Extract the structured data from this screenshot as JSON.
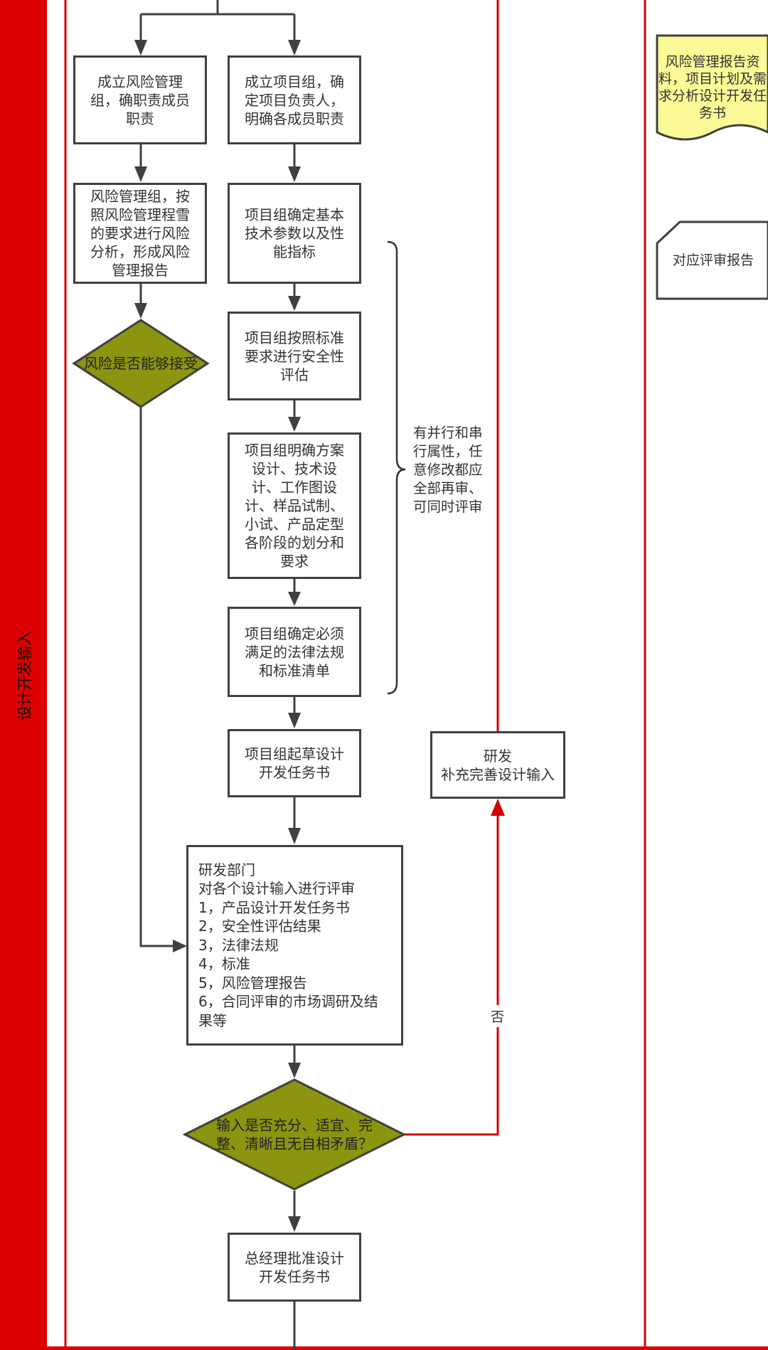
{
  "lane": {
    "label": "设计开发输入"
  },
  "nodes": {
    "risk_group": "成立风险管理组，确职责成员职责",
    "project_group": "成立项目组，确定项目负责人，明确各成员职责",
    "risk_analysis": "风险管理组，按照风险管理程雪的要求进行风险分析，形成风险管理报告",
    "tech_params": "项目组确定基本技术参数以及性能指标",
    "risk_accept": "风险是否能够接受",
    "safety_eval": "项目组按照标准要求进行安全性评估",
    "phase_plan": "项目组明确方案设计、技术设计、工作图设计、样品试制、小试、产品定型各阶段的划分和要求",
    "regulations": "项目组确定必须满足的法律法规和标准清单",
    "draft_task": "项目组起草设计开发任务书",
    "supplement": "研发\n补充完善设计输入",
    "review": "研发部门\n对各个设计输入进行评审\n1，产品设计开发任务书\n2，安全性评估结果\n3，法律法规\n4，标准\n5，风险管理报告\n6，合同评审的市场调研及结果等",
    "input_check": "输入是否充分、适宜、完整、清晰且无自相矛盾？",
    "gm_approve": "总经理批准设计开发任务书"
  },
  "notes": {
    "parallel": "有并行和串行属性，任意修改都应全部再审、可同时评审"
  },
  "labels": {
    "no": "否"
  },
  "documents": {
    "doc1": "风险管理报告资料，项目计划及需求分析设计开发任务书",
    "doc2": "对应评审报告"
  },
  "colors": {
    "lane_red": "#dd0000",
    "line_dark": "#404040",
    "decision_fill": "#8c9410",
    "doc_fill": "#fbfa96",
    "loop_red": "#d40000"
  }
}
